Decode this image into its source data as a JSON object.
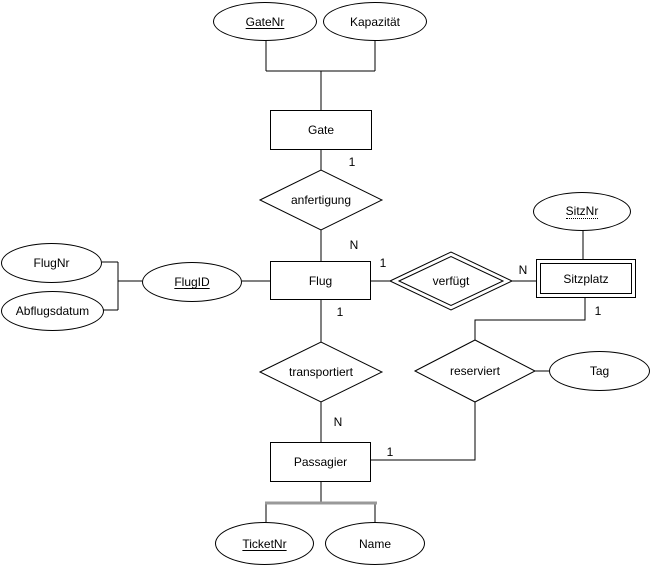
{
  "diagram_type": "entity-relationship-diagram",
  "colors": {
    "stroke": "#000000",
    "background": "#ffffff",
    "selected_bracket": "#999999"
  },
  "entities": {
    "gate": {
      "label": "Gate",
      "weak": false
    },
    "flug": {
      "label": "Flug",
      "weak": false
    },
    "sitzplatz": {
      "label": "Sitzplatz",
      "weak": true
    },
    "passagier": {
      "label": "Passagier",
      "weak": false
    }
  },
  "relationships": {
    "anfertigung": {
      "label": "anfertigung",
      "identifying": false
    },
    "verfuegt": {
      "label": "verfügt",
      "identifying": true
    },
    "transportiert": {
      "label": "transportiert",
      "identifying": false
    },
    "reserviert": {
      "label": "reserviert",
      "identifying": false
    }
  },
  "attributes": {
    "gatenr": {
      "label": "GateNr",
      "key": "primary"
    },
    "kapazitaet": {
      "label": "Kapazität",
      "key": "none"
    },
    "flugnr": {
      "label": "FlugNr",
      "key": "none"
    },
    "abflugsdatum": {
      "label": "Abflugsdatum",
      "key": "none"
    },
    "flugid": {
      "label": "FlugID",
      "key": "primary"
    },
    "sitznr": {
      "label": "SitzNr",
      "key": "partial"
    },
    "tag": {
      "label": "Tag",
      "key": "none"
    },
    "ticketnr": {
      "label": "TicketNr",
      "key": "primary"
    },
    "name": {
      "label": "Name",
      "key": "none"
    }
  },
  "cardinalities": {
    "gate_anfertigung": "1",
    "anfertigung_flug": "N",
    "flug_verfuegt": "1",
    "verfuegt_sitzplatz": "N",
    "flug_transportiert": "1",
    "sitzplatz_reserviert": "1",
    "transportiert_passagier": "N",
    "reserviert_passagier": "1"
  }
}
